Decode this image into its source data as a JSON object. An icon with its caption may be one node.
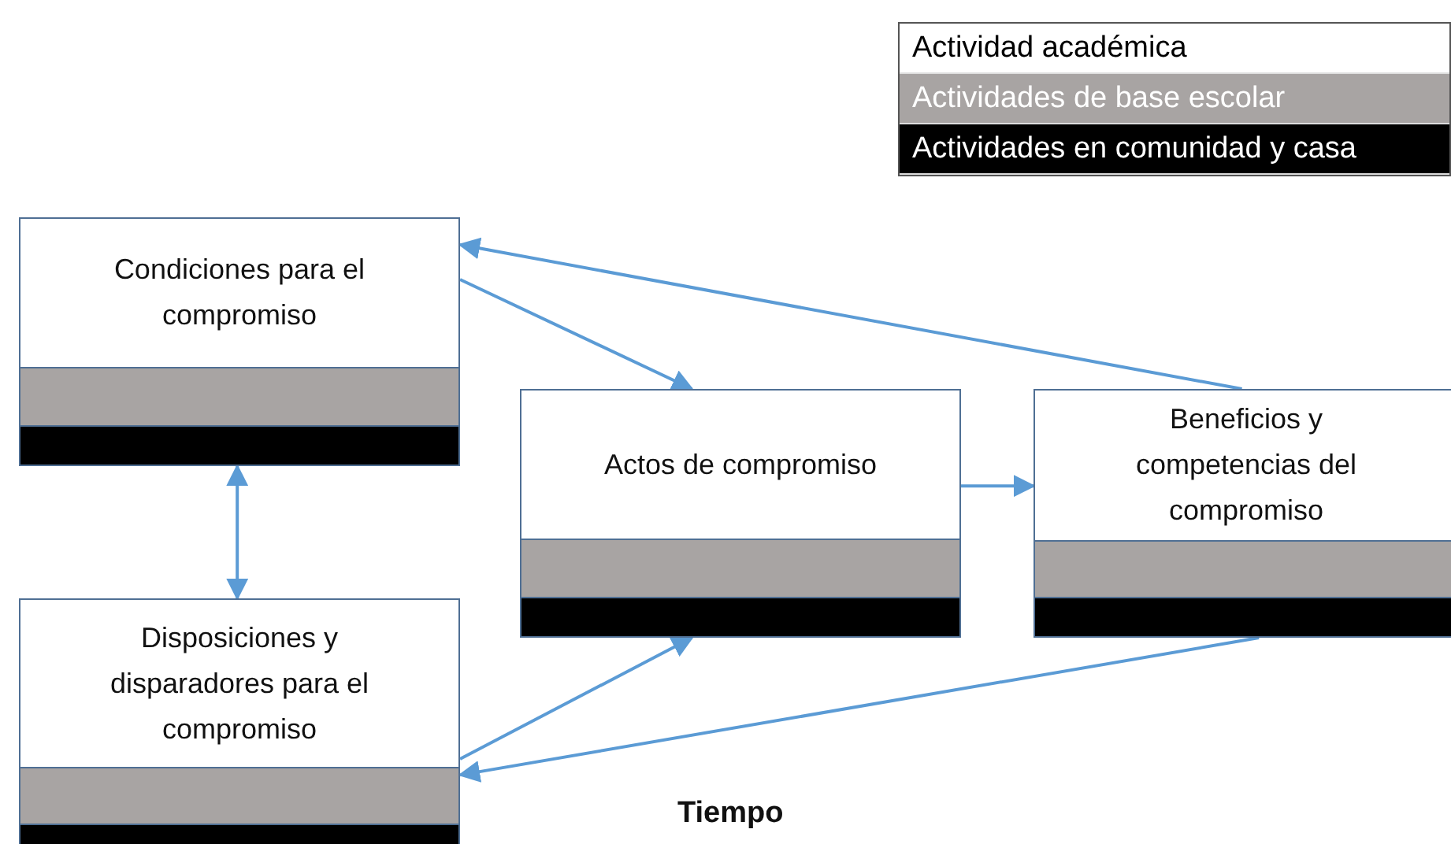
{
  "diagram": {
    "nodes": [
      {
        "text": [
          "Condiciones para el compromiso"
        ]
      },
      {
        "text": [
          "Disposiciones y disparadores para el compromiso"
        ]
      },
      {
        "text": [
          "Actos de compromiso"
        ]
      },
      {
        "text": [
          "Beneficios y competencias del compromiso"
        ]
      },
      {
        "text": [],
        "shape": "bar",
        "in": 0
      },
      {
        "text": [],
        "shape": "bar",
        "in": 0
      },
      {
        "text": [],
        "shape": "bar",
        "in": 1
      },
      {
        "text": [],
        "shape": "bar",
        "in": 1
      },
      {
        "text": [],
        "shape": "bar",
        "in": 2
      },
      {
        "text": [],
        "shape": "bar",
        "in": 2
      },
      {
        "text": [],
        "shape": "bar",
        "in": 3
      },
      {
        "text": [],
        "shape": "bar",
        "in": 3
      }
    ],
    "edges": [
      {
        "from": 0,
        "to": 1,
        "arrow": "both"
      },
      {
        "from": 0,
        "to": 2,
        "arrow": "to"
      },
      {
        "from": 3,
        "to": 0,
        "arrow": "to"
      },
      {
        "from": 1,
        "to": 2,
        "arrow": "to"
      },
      {
        "from": 3,
        "to": 1,
        "arrow": "to"
      },
      {
        "from": 2,
        "to": 3,
        "arrow": "to"
      }
    ],
    "labels": [
      "Tiempo"
    ],
    "legend": [
      {
        "text": "Actividad académica",
        "color": "#ffffff"
      },
      {
        "text": "Actividades de base escolar",
        "color": "#a8a4a3"
      },
      {
        "text": "Actividades en comunidad y casa",
        "color": "#000000"
      }
    ]
  }
}
